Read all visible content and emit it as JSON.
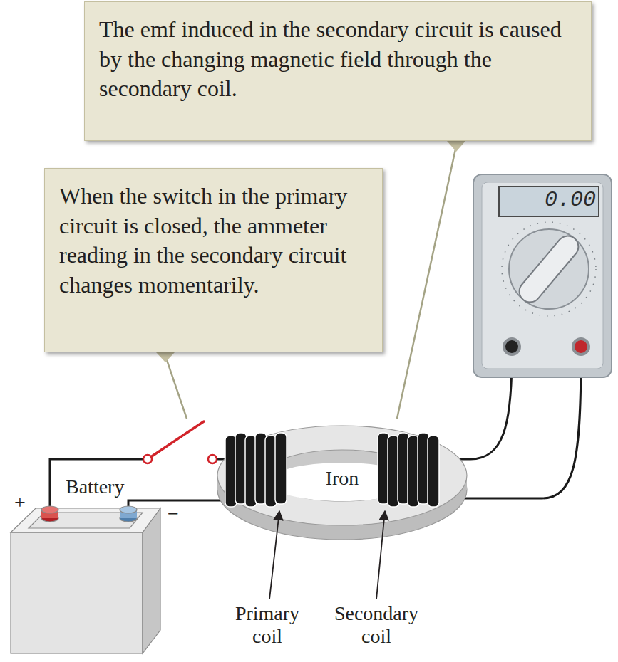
{
  "diagram": {
    "nodes": [
      {
        "text": [
          "The emf induced in the secondary circuit is caused by the changing magnetic field through the secondary coil."
        ]
      },
      {
        "text": [
          "When the switch in the primary circuit is closed, the ammeter reading in the secondary circuit changes momentarily."
        ]
      }
    ],
    "labels": [
      "0.00",
      "Battery",
      "+",
      "−",
      "Iron",
      "Primary coil",
      "Secondary coil"
    ]
  }
}
